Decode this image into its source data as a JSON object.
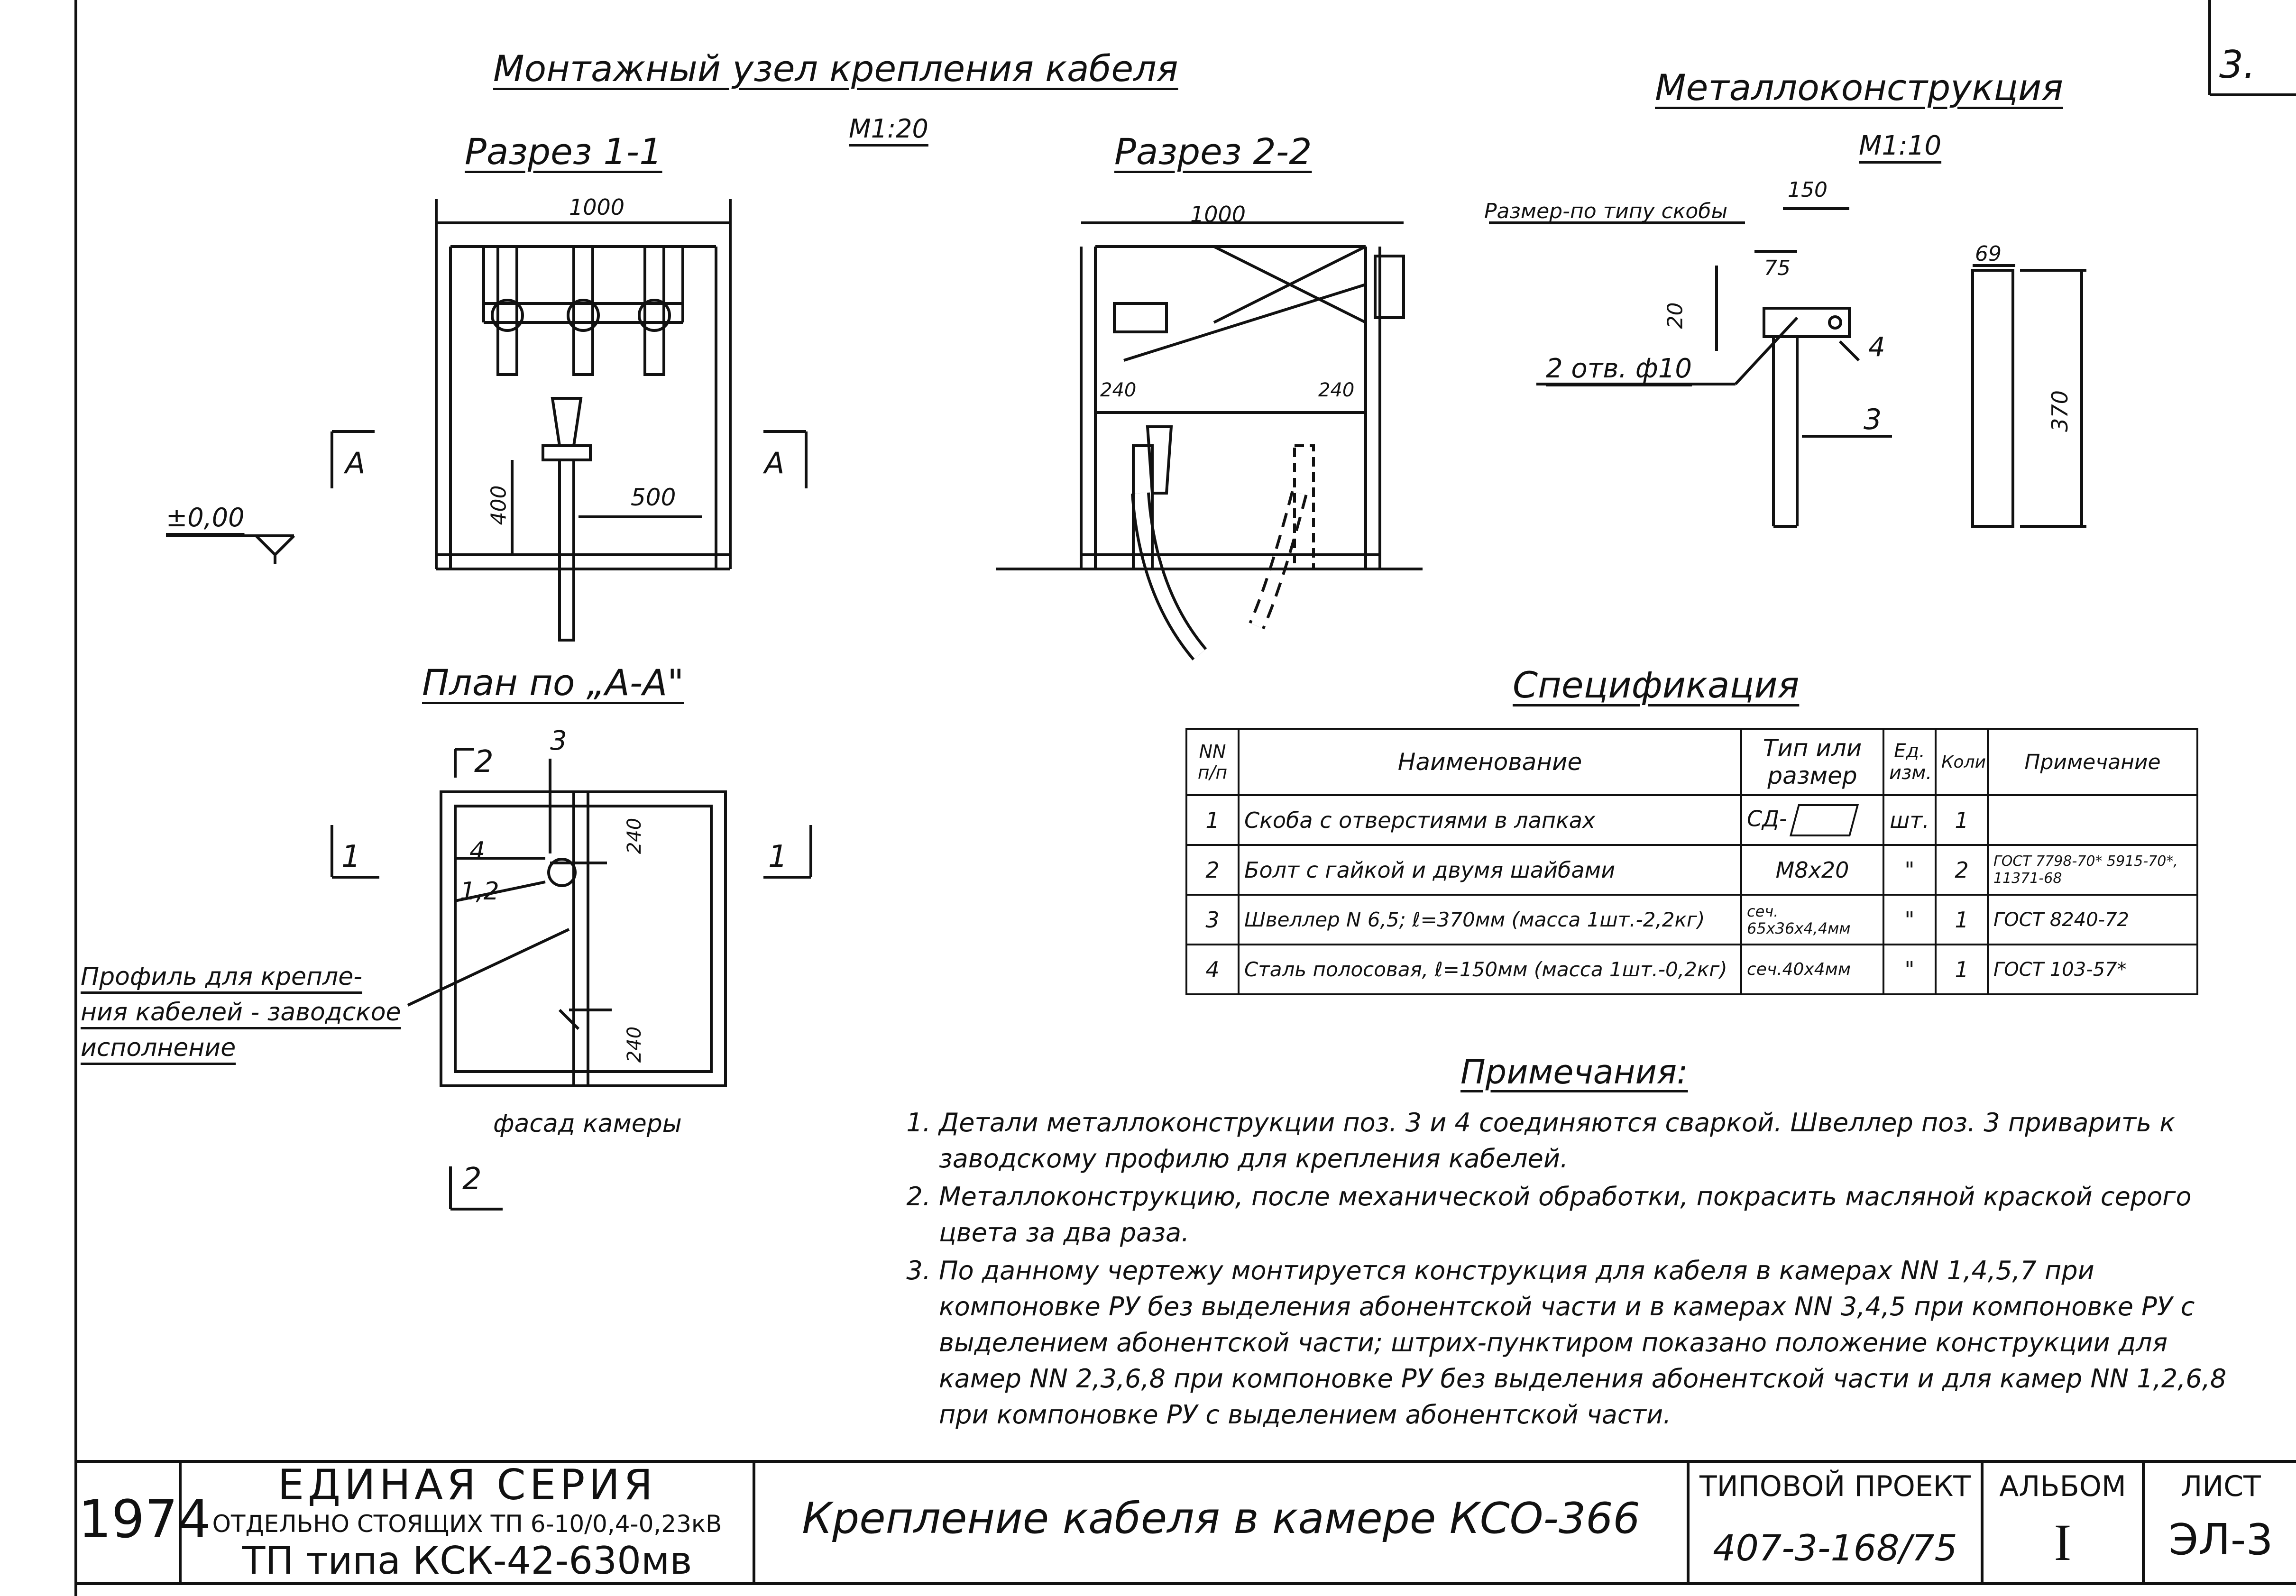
{
  "sheet": {
    "corner_number": "3."
  },
  "section11": {
    "title": "Монтажный узел крепления кабеля",
    "scale": "М1:20",
    "subtitle": "Разрез 1-1",
    "dim_width": "1000",
    "dim_height": "400",
    "dim_offset": "500",
    "arrow_left": "А",
    "arrow_right": "А",
    "level": "±0,00"
  },
  "section22": {
    "subtitle": "Разрез 2-2",
    "dim_width": "1000",
    "dim_left": "240",
    "dim_right": "240"
  },
  "metal": {
    "title": "Металлоконструкция",
    "scale": "М1:10",
    "size_note": "Размер-по типу скобы",
    "dim_150": "150",
    "dim_75": "75",
    "dim_20": "20",
    "holes": "2 отв. ф10",
    "pos4": "4",
    "pos3": "3",
    "dim_69": "69",
    "dim_370": "370"
  },
  "plan": {
    "title": "План по „А-А\"",
    "cut2_top": "2",
    "pos3": "3",
    "pos4": "4",
    "pos12": "1,2",
    "dim_240_top": "240",
    "dim_240_bottom": "240",
    "cut1_left": "1",
    "cut1_right": "1",
    "profile_note_line1": "Профиль для крепле-",
    "profile_note_line2": "ния кабелей - заводское",
    "profile_note_line3": "исполнение",
    "facade": "фасад камеры",
    "cut2_bottom": "2"
  },
  "spec": {
    "title": "Спецификация",
    "headers": {
      "num": "NN п/п",
      "name": "Наименование",
      "type": "Тип или размер",
      "unit": "Ед. изм.",
      "qty": "Колич.",
      "note": "Примечание"
    },
    "rows": [
      {
        "num": "1",
        "name": "Скоба с отверстиями в лапках",
        "type": "СД-",
        "unit": "шт.",
        "qty": "1",
        "note": ""
      },
      {
        "num": "2",
        "name": "Болт с гайкой и двумя шайбами",
        "type": "М8х20",
        "unit": "\"",
        "qty": "2",
        "note": "ГОСТ 7798-70* 5915-70*, 11371-68"
      },
      {
        "num": "3",
        "name": "Швеллер N 6,5; ℓ=370мм (масса 1шт.-2,2кг)",
        "type": "сеч. 65х36х4,4мм",
        "unit": "\"",
        "qty": "1",
        "note": "ГОСТ 8240-72"
      },
      {
        "num": "4",
        "name": "Сталь полосовая, ℓ=150мм (масса 1шт.-0,2кг)",
        "type": "сеч.40х4мм",
        "unit": "\"",
        "qty": "1",
        "note": "ГОСТ 103-57*"
      }
    ]
  },
  "notes": {
    "title": "Примечания:",
    "items": [
      "Детали металлоконструкции поз. 3 и 4 соединяются сваркой. Швеллер поз. 3 приварить к заводскому профилю для крепления кабелей.",
      "Металлоконструкцию, после механической обработки, покрасить масляной краской серого цвета за два раза.",
      "По данному чертежу монтируется конструкция для кабеля в камерах NN 1,4,5,7 при компоновке РУ без выделения абонентской части и в камерах NN 3,4,5 при компоновке РУ с выделением абонентской части; штрих-пунктиром показано положение конструкции для камер NN 2,3,6,8 при компоновке РУ без выделения абонентской части и для камер NN 1,2,6,8 при компоновке РУ с выделением абонентской части."
    ]
  },
  "titleblock": {
    "year": "1974",
    "series_title": "ЕДИНАЯ СЕРИЯ",
    "series_sub": "ОТДЕЛЬНО СТОЯЩИХ ТП 6-10/0,4-0,23кВ",
    "tp_type": "ТП типа КСК-42-630мв",
    "drawing_title": "Крепление кабеля в камере КСО-366",
    "project_label": "ТИПОВОЙ ПРОЕКТ",
    "project_number": "407-3-168/75",
    "album_label": "АЛЬБОМ",
    "album_number": "I",
    "sheet_label": "ЛИСТ",
    "sheet_code": "ЭЛ-3"
  }
}
